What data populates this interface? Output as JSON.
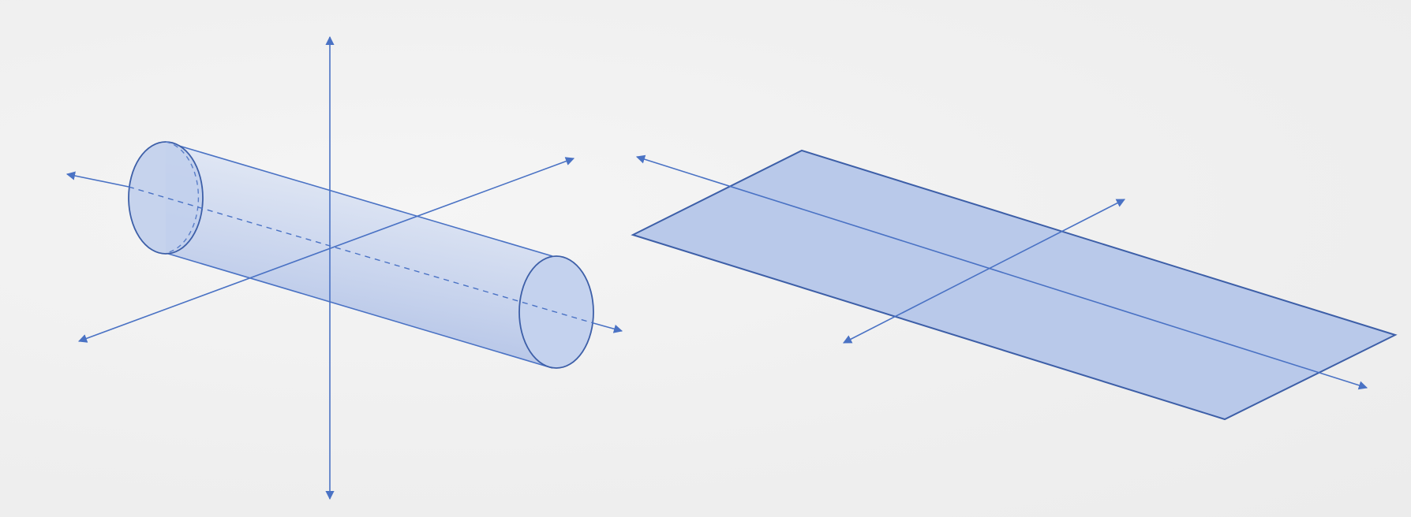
{
  "figure": {
    "background_color": "#f1f1f1",
    "accent_color": "#4a72c4",
    "fill_color": "#b9c9ea",
    "outline_color": "#3d5fa8"
  },
  "shapes": [
    {
      "kind": "cylinder",
      "description_key": "cylinder-with-3d-axes"
    },
    {
      "kind": "flat-plane",
      "description_key": "plane-with-2d-axes"
    }
  ]
}
